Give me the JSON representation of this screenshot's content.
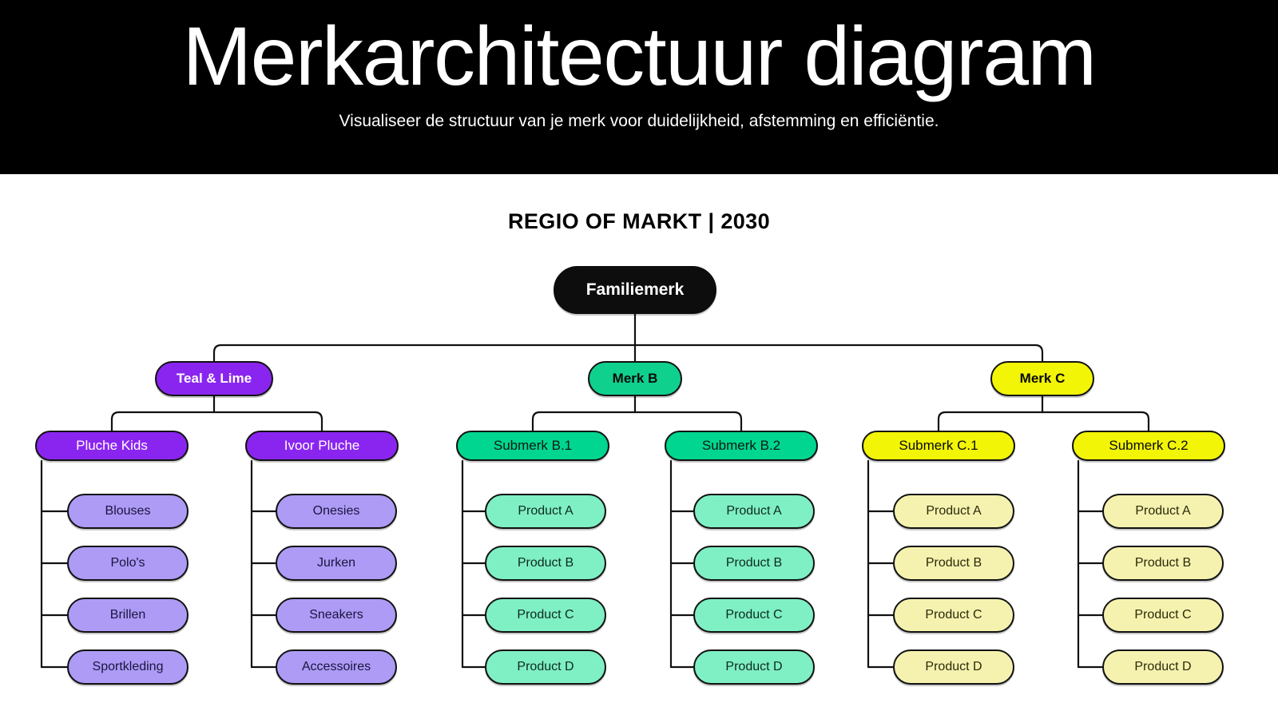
{
  "header": {
    "title": "Merkarchitectuur diagram",
    "subtitle": "Visualiseer de structuur van je merk voor duidelijkheid, afstemming en efficiëntie.",
    "background_color": "#000000",
    "text_color": "#ffffff"
  },
  "diagram": {
    "title": "REGIO OF MARKT | 2030",
    "root": {
      "label": "Familiemerk",
      "color": "#0d0d0d",
      "text_color": "#ffffff"
    },
    "branches": [
      {
        "label": "Teal & Lime",
        "color": "#8a25f0",
        "text_color": "#ffffff",
        "subbrands": [
          {
            "label": "Pluche Kids",
            "color": "#8a25f0",
            "text_color": "#ffffff",
            "leaf_color": "#ad9bf5",
            "leaves": [
              "Blouses",
              "Polo's",
              "Brillen",
              "Sportkleding"
            ]
          },
          {
            "label": "Ivoor Pluche",
            "color": "#8a25f0",
            "text_color": "#ffffff",
            "leaf_color": "#ad9bf5",
            "leaves": [
              "Onesies",
              "Jurken",
              "Sneakers",
              "Accessoires"
            ]
          }
        ]
      },
      {
        "label": "Merk B",
        "color": "#10d08e",
        "text_color": "#0a0a0a",
        "subbrands": [
          {
            "label": "Submerk B.1",
            "color": "#00d68f",
            "text_color": "#0a1a12",
            "leaf_color": "#7fefc4",
            "leaves": [
              "Product A",
              "Product B",
              "Product C",
              "Product D"
            ]
          },
          {
            "label": "Submerk B.2",
            "color": "#00d68f",
            "text_color": "#0a1a12",
            "leaf_color": "#7fefc4",
            "leaves": [
              "Product A",
              "Product B",
              "Product C",
              "Product D"
            ]
          }
        ]
      },
      {
        "label": "Merk C",
        "color": "#f2f505",
        "text_color": "#0a0a0a",
        "subbrands": [
          {
            "label": "Submerk C.1",
            "color": "#f2f505",
            "text_color": "#0a0a0a",
            "leaf_color": "#f5f2b0",
            "leaves": [
              "Product A",
              "Product B",
              "Product C",
              "Product D"
            ]
          },
          {
            "label": "Submerk C.2",
            "color": "#f2f505",
            "text_color": "#0a0a0a",
            "leaf_color": "#f5f2b0",
            "leaves": [
              "Product A",
              "Product B",
              "Product C",
              "Product D"
            ]
          }
        ]
      }
    ]
  }
}
